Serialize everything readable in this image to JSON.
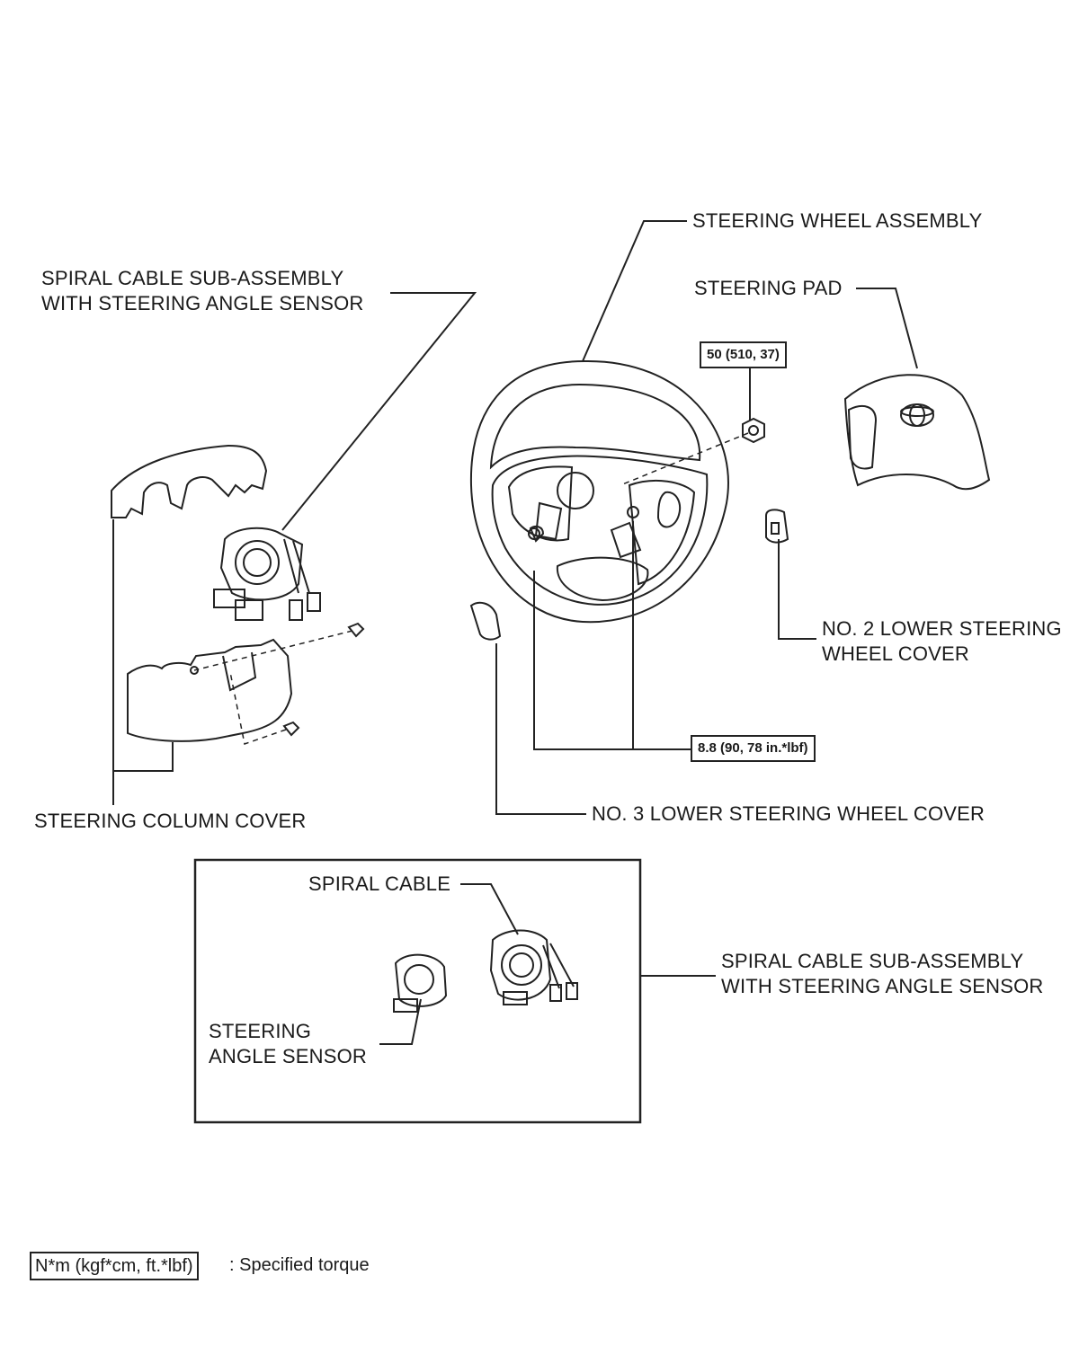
{
  "labels": {
    "steering_wheel_assembly": "STEERING WHEEL ASSEMBLY",
    "spiral_cable_sub_assembly_line1": "SPIRAL CABLE SUB-ASSEMBLY",
    "spiral_cable_sub_assembly_line2": "WITH STEERING ANGLE SENSOR",
    "steering_pad": "STEERING PAD",
    "no2_lower_cover_line1": "NO. 2 LOWER STEERING",
    "no2_lower_cover_line2": "WHEEL COVER",
    "steering_column_cover": "STEERING COLUMN COVER",
    "no3_lower_cover": "NO. 3 LOWER STEERING WHEEL COVER",
    "spiral_cable": "SPIRAL CABLE",
    "steering_angle_sensor_line1": "STEERING",
    "steering_angle_sensor_line2": "ANGLE SENSOR",
    "inset_sub_assembly_line1": "SPIRAL CABLE SUB-ASSEMBLY",
    "inset_sub_assembly_line2": "WITH STEERING ANGLE SENSOR"
  },
  "torques": {
    "nut": "50 (510, 37)",
    "screws": "8.8 (90, 78 in.*lbf)"
  },
  "legend": {
    "box": "N*m (kgf*cm, ft.*lbf)",
    "text": ": Specified torque"
  }
}
